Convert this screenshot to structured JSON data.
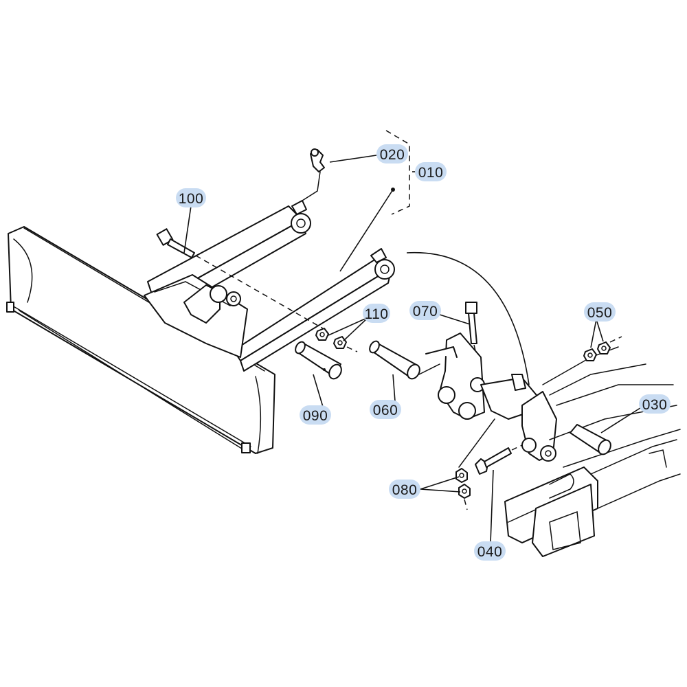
{
  "diagram": {
    "highlight_color": "#c9dcf2",
    "line_color": "#111111",
    "callouts": [
      {
        "id": "p010",
        "label": "010"
      },
      {
        "id": "p020",
        "label": "020"
      },
      {
        "id": "p030",
        "label": "030"
      },
      {
        "id": "p040",
        "label": "040"
      },
      {
        "id": "p050",
        "label": "050"
      },
      {
        "id": "p060",
        "label": "060"
      },
      {
        "id": "p070",
        "label": "070"
      },
      {
        "id": "p080",
        "label": "080"
      },
      {
        "id": "p090",
        "label": "090"
      },
      {
        "id": "p100",
        "label": "100"
      },
      {
        "id": "p110",
        "label": "110"
      }
    ]
  }
}
